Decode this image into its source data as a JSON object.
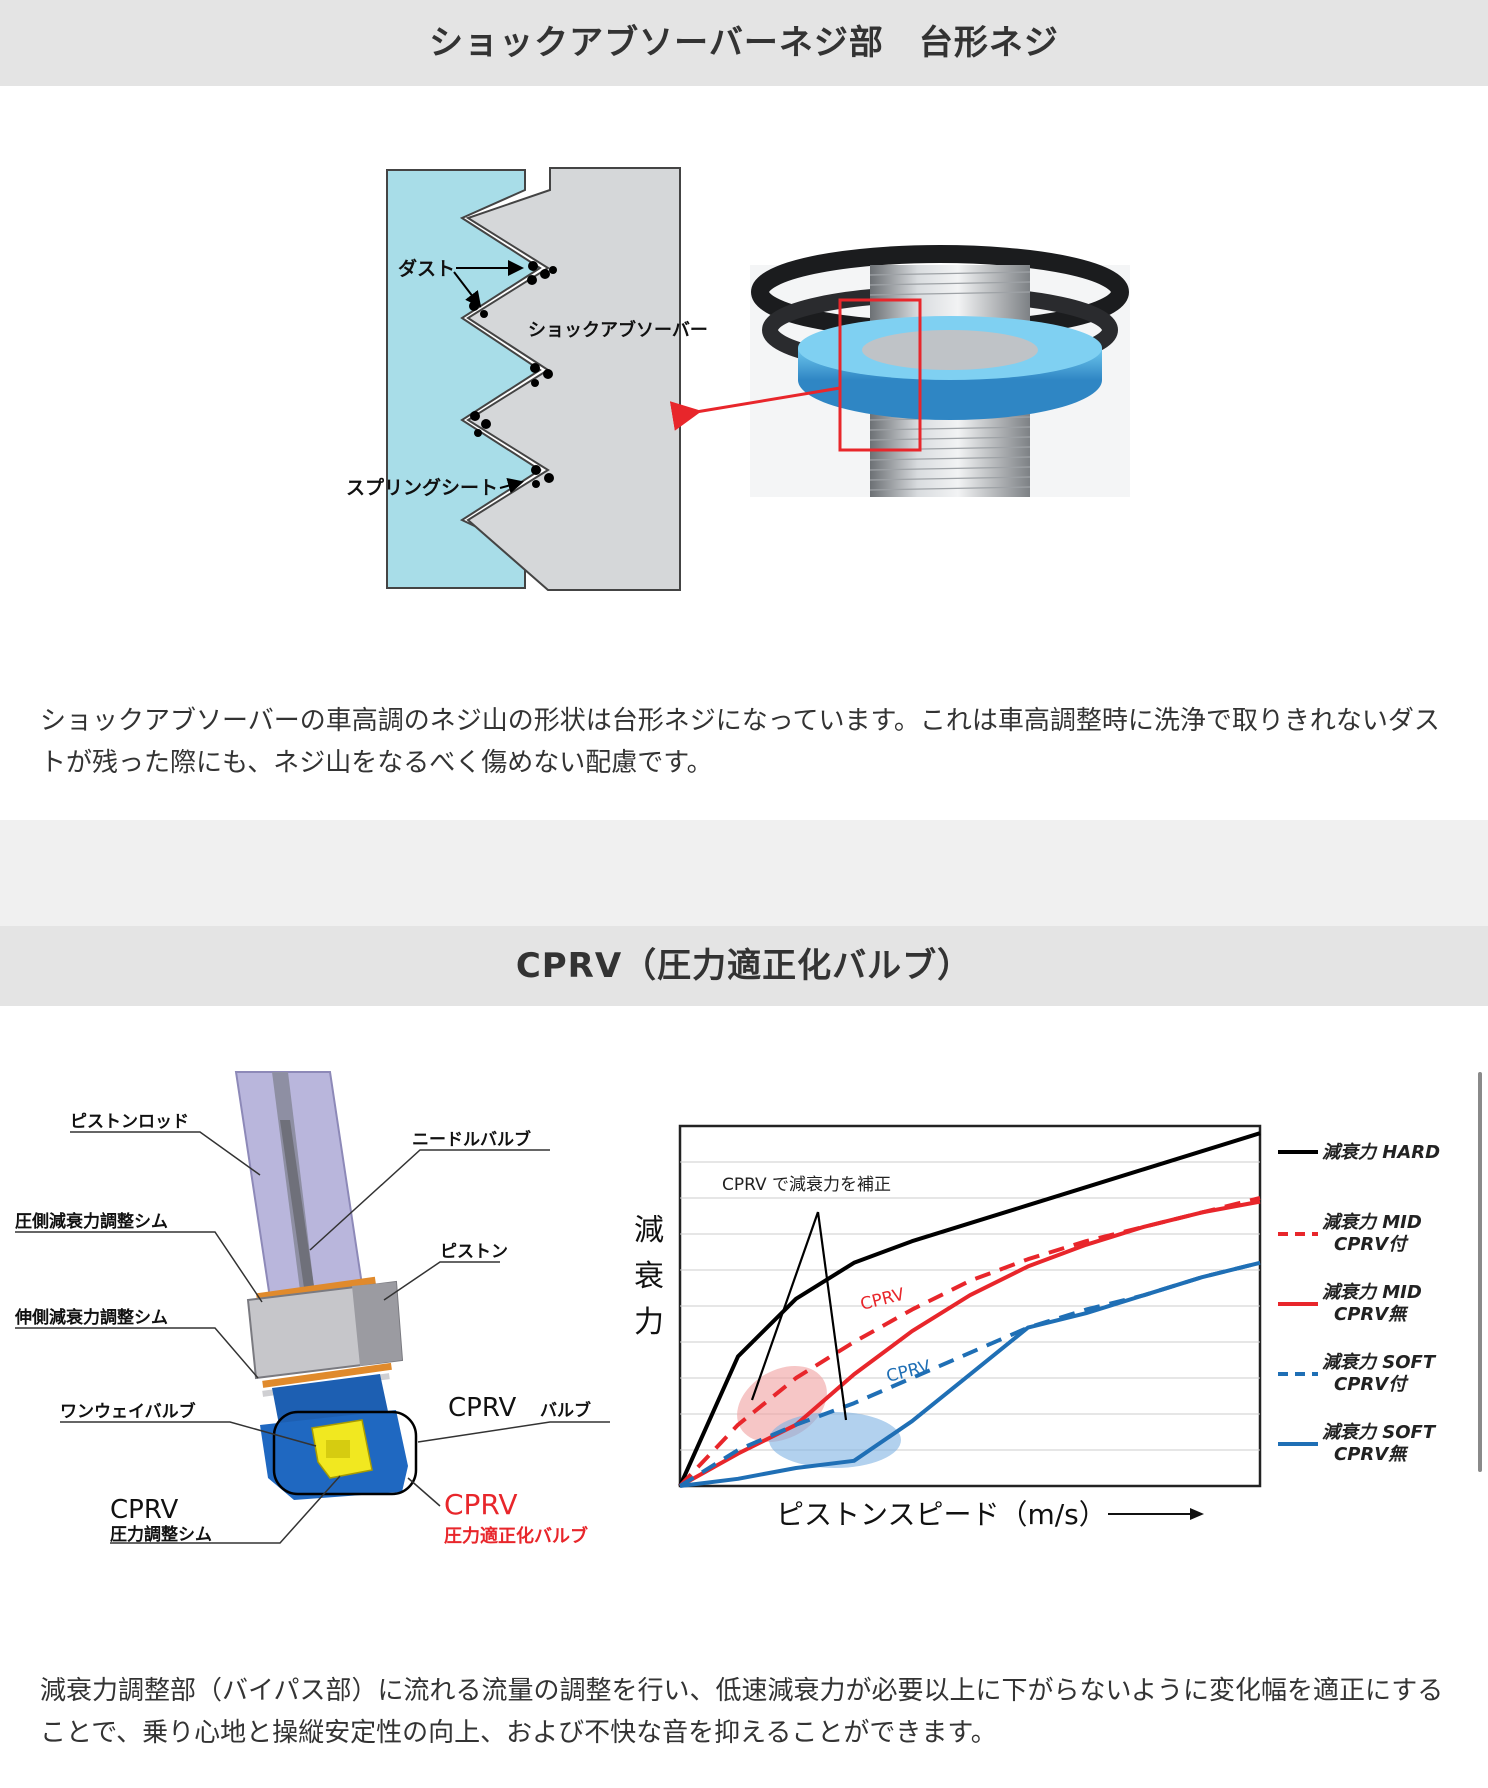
{
  "section1": {
    "title": "ショックアブソーバーネジ部　台形ネジ",
    "diagram": {
      "label_dust": "ダスト",
      "label_absorber": "ショックアブソーバー",
      "label_spring_seat": "スプリングシート"
    },
    "body": "ショックアブソーバーの車高調のネジ山の形状は台形ネジになっています。これは車高調整時に洗浄で取りきれないダストが残った際にも、ネジ山をなるべく傷めない配慮です。"
  },
  "section2": {
    "title": "CPRV（圧力適正化バルブ）",
    "diagram": {
      "piston_rod": "ピストンロッド",
      "needle_valve": "ニードルバルブ",
      "comp_shim": "圧側減衰力調整シム",
      "piston": "ピストン",
      "reb_shim": "伸側減衰力調整シム",
      "oneway_valve": "ワンウェイバルブ",
      "cprv_valve_1": "CPRV",
      "cprv_valve_2": "バルブ",
      "cprv_shim_1": "CPRV",
      "cprv_shim_2": "圧力調整シム",
      "cprv_red_1": "CPRV",
      "cprv_red_2": "圧力適正化バルブ"
    },
    "chart_data": {
      "type": "line",
      "ylabel": "減衰力",
      "xlabel": "ピストンスピード（m/s）",
      "annotation": "CPRV で減衰力を補正",
      "series_tags": [
        "CPRV",
        "CPRV"
      ],
      "x": [
        0,
        0.1,
        0.2,
        0.3,
        0.4,
        0.5,
        0.6,
        0.7,
        0.8,
        0.9,
        1.0
      ],
      "ylim": [
        0,
        1
      ],
      "series": [
        {
          "name": "減衰力 HARD",
          "style": "solid",
          "color": "#000000",
          "values": [
            0,
            0.36,
            0.52,
            0.62,
            0.68,
            0.73,
            0.78,
            0.83,
            0.88,
            0.93,
            0.98
          ]
        },
        {
          "name": "減衰力 MID CPRV付",
          "style": "dashed",
          "color": "#e8262b",
          "values": [
            0,
            0.17,
            0.3,
            0.4,
            0.49,
            0.57,
            0.63,
            0.68,
            0.72,
            0.76,
            0.8
          ]
        },
        {
          "name": "減衰力 MID CPRV無",
          "style": "solid",
          "color": "#e8262b",
          "values": [
            0,
            0.09,
            0.17,
            0.31,
            0.43,
            0.53,
            0.61,
            0.67,
            0.72,
            0.76,
            0.79
          ]
        },
        {
          "name": "減衰力 SOFT CPRV付",
          "style": "dashed",
          "color": "#1f6fb5",
          "values": [
            0,
            0.1,
            0.17,
            0.23,
            0.3,
            0.37,
            0.44,
            0.49,
            0.53,
            0.58,
            0.62
          ]
        },
        {
          "name": "減衰力 SOFT CPRV無",
          "style": "solid",
          "color": "#1f6fb5",
          "values": [
            0,
            0.02,
            0.05,
            0.07,
            0.18,
            0.31,
            0.44,
            0.48,
            0.53,
            0.58,
            0.62
          ]
        }
      ],
      "legend": [
        {
          "line1": "減衰力 HARD",
          "line2": "",
          "style": "solid",
          "color": "#000000"
        },
        {
          "line1": "減衰力 MID",
          "line2": "CPRV付",
          "style": "dashed",
          "color": "#e8262b"
        },
        {
          "line1": "減衰力 MID",
          "line2": "CPRV無",
          "style": "solid",
          "color": "#e8262b"
        },
        {
          "line1": "減衰力 SOFT",
          "line2": "CPRV付",
          "style": "dashed",
          "color": "#1f6fb5"
        },
        {
          "line1": "減衰力 SOFT",
          "line2": "CPRV無",
          "style": "solid",
          "color": "#1f6fb5"
        }
      ],
      "legend_position": "right",
      "grid": true
    },
    "body": "減衰力調整部（バイパス部）に流れる流量の調整を行い、低速減衰力が必要以上に下がらないように変化幅を適正にすることで、乗り心地と操縦安定性の向上、および不快な音を抑えることができます。"
  },
  "colors": {
    "header_bg": "#e4e4e4",
    "thread_blue": "#a8dde8",
    "thread_gray": "#d5d7d9",
    "accent_red": "#e8262b",
    "accent_blue": "#1f6fb5"
  }
}
